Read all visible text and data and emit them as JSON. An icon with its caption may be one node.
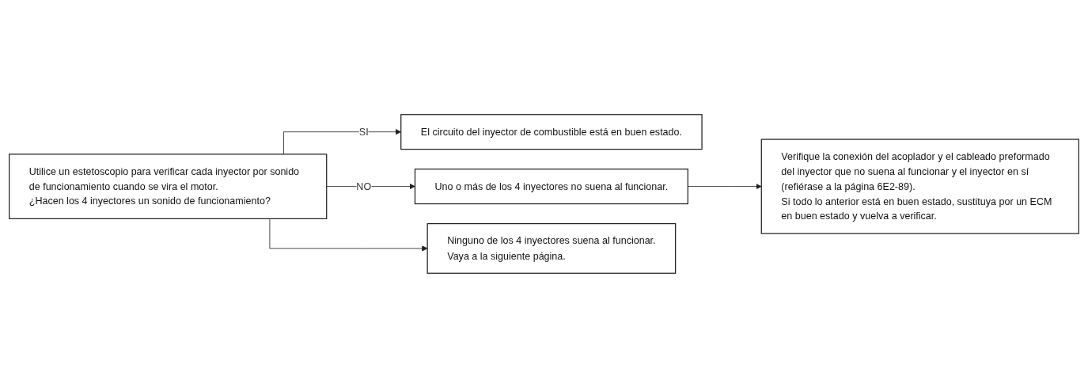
{
  "diagram": {
    "nodes": [
      {
        "text": [
          "Utilice un estetoscopio para verificar cada inyector por sonido de funcionamiento cuando se vira el motor.",
          "¿Hacen los 4 inyectores un sonido de funcionamiento?"
        ]
      },
      {
        "text": [
          "El circuito del inyector de combustible está en buen estado."
        ]
      },
      {
        "text": [
          "Uno o más de los 4 inyectores no suena al funcionar."
        ]
      },
      {
        "text": [
          "Verifique la conexión del acoplador y el cableado preformado del inyector que no suena al funcionar y el inyector en sí (refiérase a la página 6E2-89).",
          "Si todo lo anterior está en buen estado, sustituya por un ECM en buen estado y vuelva a verificar."
        ]
      },
      {
        "text": [
          "Ninguno de los 4 inyectores suena al funcionar.",
          "Vaya a la siguiente página."
        ]
      }
    ],
    "edges": [
      {
        "from": 0,
        "to": 1,
        "arrow": "to",
        "label": "SI"
      },
      {
        "from": 0,
        "to": 2,
        "arrow": "to",
        "label": "NO"
      },
      {
        "from": 0,
        "to": 4,
        "arrow": "to"
      },
      {
        "from": 2,
        "to": 3,
        "arrow": "to"
      }
    ]
  }
}
